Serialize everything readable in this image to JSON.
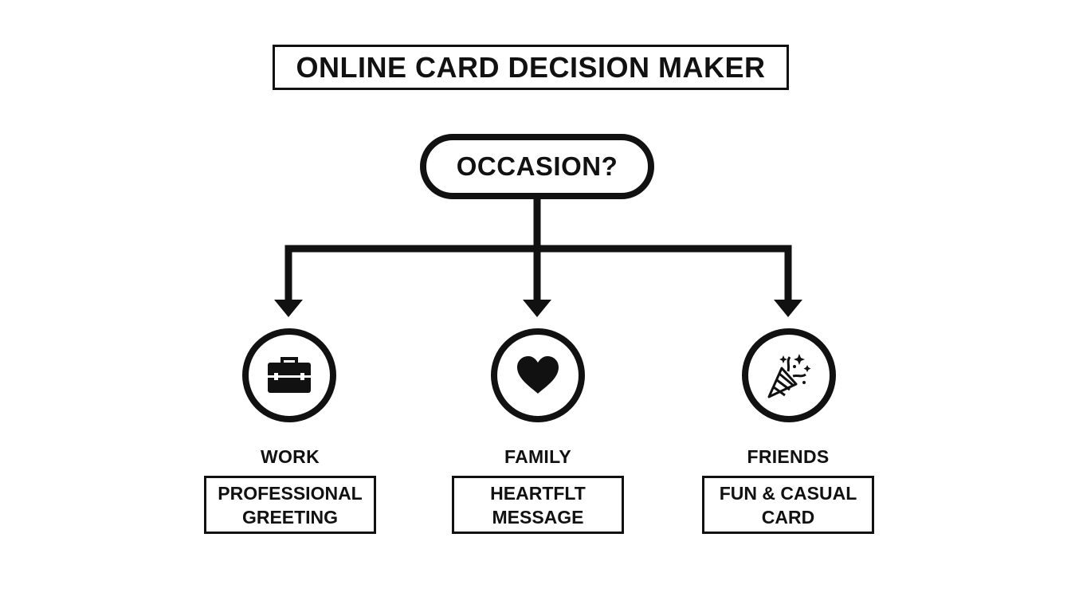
{
  "title": "ONLINE CARD DECISION MAKER",
  "question": "OCCASION?",
  "branches": [
    {
      "label": "WORK",
      "icon": "briefcase-icon",
      "outcome": [
        "PROFESSIONAL",
        "GREETING"
      ]
    },
    {
      "label": "FAMILY",
      "icon": "heart-icon",
      "outcome": [
        "HEARTFLT",
        "MESSAGE"
      ]
    },
    {
      "label": "FRIENDS",
      "icon": "party-popper-icon",
      "outcome": [
        "FUN & CASUAL",
        "CARD"
      ]
    }
  ],
  "colors": {
    "ink": "#111111",
    "background": "#ffffff"
  }
}
